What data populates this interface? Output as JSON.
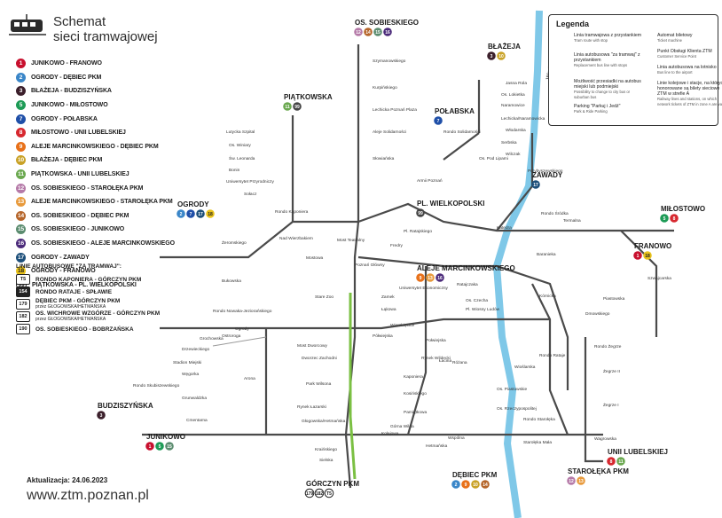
{
  "title": {
    "line1": "Schemat",
    "line2": "sieci tramwajowej"
  },
  "routes_tram": [
    {
      "num": "1",
      "name": "JUNIKOWO - FRANOWO",
      "color": "#c8102e"
    },
    {
      "num": "2",
      "name": "OGRODY - DĘBIEC PKM",
      "color": "#3a86c8"
    },
    {
      "num": "3",
      "name": "BŁAŻEJA - BUDZISZYŃSKA",
      "color": "#3b1f2b"
    },
    {
      "num": "5",
      "name": "JUNIKOWO - MIŁOSTOWO",
      "color": "#1d9b56"
    },
    {
      "num": "7",
      "name": "OGRODY - POŁABSKA",
      "color": "#1f4fa8"
    },
    {
      "num": "8",
      "name": "MIŁOSTOWO - UNII LUBELSKIEJ",
      "color": "#d7282f"
    },
    {
      "num": "9",
      "name": "ALEJE MARCINKOWSKIEGO - DĘBIEC PKM",
      "color": "#e8711a"
    },
    {
      "num": "10",
      "name": "BŁAŻEJA - DĘBIEC PKM",
      "color": "#c9a227"
    },
    {
      "num": "11",
      "name": "PIĄTKOWSKA - UNII LUBELSKIEJ",
      "color": "#6aa84f"
    },
    {
      "num": "12",
      "name": "OS. SOBIESKIEGO - STAROŁĘKA PKM",
      "color": "#b57aa8"
    },
    {
      "num": "13",
      "name": "ALEJE MARCINKOWSKIEGO - STAROŁĘKA PKM",
      "color": "#e89a3c"
    },
    {
      "num": "14",
      "name": "OS. SOBIESKIEGO - DĘBIEC PKM",
      "color": "#b5652a"
    },
    {
      "num": "15",
      "name": "OS. SOBIESKIEGO - JUNIKOWO",
      "color": "#5b8c6f"
    },
    {
      "num": "16",
      "name": "OS. SOBIESKIEGO - ALEJE MARCINKOWSKIEGO",
      "color": "#4b2a7a"
    },
    {
      "num": "17",
      "name": "OGRODY - ZAWADY",
      "color": "#1c4f7a"
    },
    {
      "num": "18",
      "name": "OGRODY - FRANOWO",
      "color": "#e8c21a"
    },
    {
      "num": "99",
      "name": "PIĄTKOWSKA - PL. WIELKOPOLSKI",
      "color": "#444444"
    }
  ],
  "bus_header": "LINIE AUTOBUSOWE \"ZA TRAMWAJ\":",
  "routes_bus": [
    {
      "num": "T5",
      "name": "RONDO KAPONIERA - GÓRCZYN PKM",
      "sub": ""
    },
    {
      "num": "154",
      "name": "RONDO RATAJE - SPŁAWIE",
      "sub": ""
    },
    {
      "num": "179",
      "name": "DĘBIEC PKM - GÓRCZYN PKM",
      "sub": "przez GŁOGOWSKA/HETMAŃSKA"
    },
    {
      "num": "182",
      "name": "OS. WICHROWE WZGÓRZE - GÓRCZYN PKM",
      "sub": "przez GŁOGOWSKA/HETMAŃSKA"
    },
    {
      "num": "190",
      "name": "OS. SOBIESKIEGO - BOBRZAŃSKA",
      "sub": ""
    }
  ],
  "legend": {
    "title": "Legenda",
    "items": [
      {
        "label": "Linia tramwajowa z przystankiem",
        "sub": "Tram route with stop"
      },
      {
        "label": "Linia autobusowa \"za tramwaj\" z przystankiem",
        "sub": "Replacement bus line with stops"
      },
      {
        "label": "Możliwość przesiadki na autobus miejski lub podmiejski",
        "sub": "Possibility to change to city bus or suburban bus"
      },
      {
        "label": "Parking \"Parkuj i Jedź\"",
        "sub": "Park & Ride Parking"
      },
      {
        "label": "Automat biletowy",
        "sub": "Ticket machine"
      },
      {
        "label": "Punkt Obsługi Klienta ZTM",
        "sub": "Customer Service Point"
      },
      {
        "label": "Linia autobusowa na lotnisko",
        "sub": "Bus line to the airport"
      },
      {
        "label": "Linie kolejowe i stacje, na których honorowane są bilety sieciowe ZTM w strefie A",
        "sub": "Railway lines and stations, on which network tickets of ZTM in zone A are valid"
      }
    ]
  },
  "stations": [
    {
      "name": "OS. SOBIESKIEGO",
      "routes": [
        "12",
        "14",
        "15",
        "16"
      ]
    },
    {
      "name": "BŁAŻEJA",
      "routes": [
        "3",
        "10"
      ]
    },
    {
      "name": "PIĄTKOWSKA",
      "routes": [
        "11",
        "99"
      ]
    },
    {
      "name": "POŁABSKA",
      "routes": [
        "7"
      ]
    },
    {
      "name": "OGRODY",
      "routes": [
        "2",
        "7",
        "17",
        "18"
      ]
    },
    {
      "name": "PL. WIELKOPOLSKI",
      "routes": [
        "99"
      ]
    },
    {
      "name": "MIŁOSTOWO",
      "routes": [
        "5",
        "8"
      ]
    },
    {
      "name": "ZAWADY",
      "routes": [
        "17"
      ]
    },
    {
      "name": "FRANOWO",
      "routes": [
        "1",
        "18"
      ]
    },
    {
      "name": "ALEJE MARCINKOWSKIEGO",
      "routes": [
        "9",
        "13",
        "16"
      ]
    },
    {
      "name": "BUDZISZYŃSKA",
      "routes": [
        "3"
      ]
    },
    {
      "name": "JUNIKOWO",
      "routes": [
        "1",
        "5",
        "15"
      ]
    },
    {
      "name": "GÓRCZYN PKM",
      "routes": [
        "179",
        "182",
        "T5"
      ]
    },
    {
      "name": "DĘBIEC PKM",
      "routes": [
        "2",
        "9",
        "10",
        "14"
      ]
    },
    {
      "name": "STAROŁĘKA PKM",
      "routes": [
        "12",
        "13"
      ]
    },
    {
      "name": "UNII LUBELSKIEJ",
      "routes": [
        "8",
        "11"
      ]
    }
  ],
  "stops": [
    "Szymanowskiego",
    "Kurpińskiego",
    "Lechicka Poznań Plaza",
    "Aleje Solidarności",
    "Słowiańska",
    "Lutycka Szpital",
    "Os. Winiary",
    "Św. Leonarda",
    "Bonin",
    "Uniwersytet Przyrodniczy",
    "Jasna Rola",
    "Os. Lokietka",
    "Naramowice",
    "Lechicka/Naramowicka",
    "Włodarska",
    "Serbska",
    "Wilczak",
    "Rondo Solidarności",
    "Os. Pod Lipami",
    "Armii Poznań",
    "Przybyszewskiego",
    "Żeromskiego",
    "Bukowska",
    "Most Teatralny",
    "Fredry",
    "Pl. Ratajskiego",
    "Rondo Nowaka-Jeziorańskiego",
    "Stare Zoo",
    "Zamek",
    "Ogrody",
    "Ostroroga",
    "Grochowska",
    "Drzewieckiego",
    "Stadion Miejski",
    "Węgorka",
    "Rondo Skubiszewskiego",
    "Grunwaldzka",
    "Cmentarna",
    "Arona",
    "Rynek Łazarski",
    "Park Wilsona",
    "Dworzec Zachodni",
    "Most Dworcowy",
    "Głogowska/Hetmańska",
    "Kraińskiego",
    "Sielska",
    "Baranieka",
    "Szwajcarska",
    "Piastowska",
    "Rondo Rataje",
    "Wioślarska",
    "Os. Piastowskie",
    "Os. Rzeczypospolitej",
    "Rondo Starołęka",
    "Starołęka Mała",
    "Rondo Żegrze",
    "Żegrze II",
    "Żegrze I",
    "Wagrowska",
    "Kórnicka",
    "Rondo Śródka",
    "Katedra",
    "Termalna",
    "Łacina",
    "Rynek Wildecki",
    "Kosińskiego",
    "Pamiątkowa",
    "Górna Wilda",
    "Hetmańska",
    "Wspólna",
    "Różana",
    "Połwiejska",
    "Półwiejska",
    "Wierzbięcice",
    "Kolejowa",
    "Dmowskiego",
    "Os. Czecha",
    "Pl. Wiosny Ludów",
    "Łąkowa",
    "Uniwersytet Ekonomiczny",
    "Ratajczaka",
    "Mostowa",
    "Rondo Kaponiera",
    "Sołacz",
    "Nad Wierzbakiem",
    "Kaponiera",
    "Poznań Główny"
  ],
  "river": "Warta",
  "update": "Aktualizacja: 24.06.2023",
  "url": "www.ztm.poznan.pl",
  "colors": {
    "tram_line": "#4a4a4a",
    "river": "#7fc8e8",
    "bus_line": "#7bc043",
    "accent": "#e8c21a"
  }
}
